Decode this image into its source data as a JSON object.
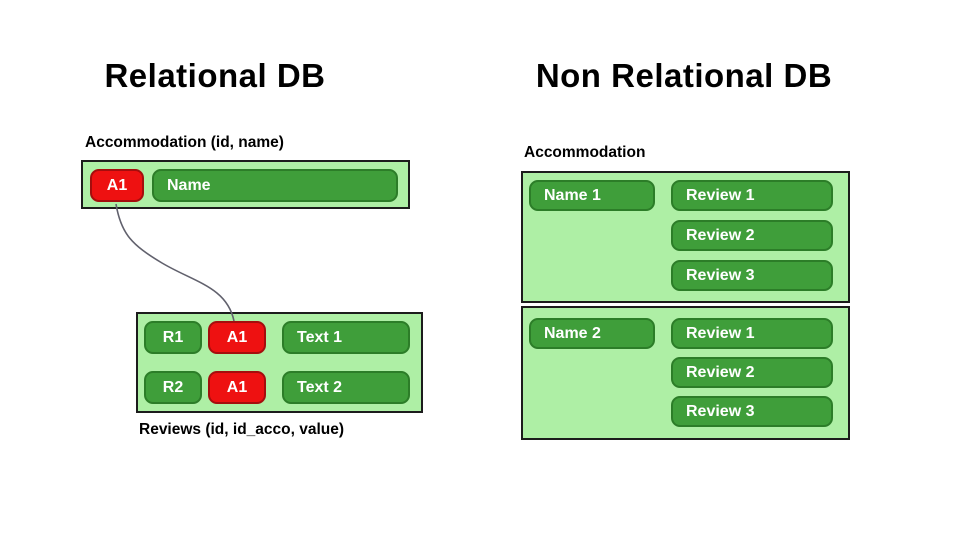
{
  "left": {
    "title": "Relational DB",
    "accommodation": {
      "label": "Accommodation (id, name)",
      "id_cell": "A1",
      "name_cell": "Name"
    },
    "reviews": {
      "label": "Reviews (id, id_acco, value)",
      "rows": [
        {
          "id": "R1",
          "fk": "A1",
          "value": "Text 1"
        },
        {
          "id": "R2",
          "fk": "A1",
          "value": "Text 2"
        }
      ]
    }
  },
  "right": {
    "title": "Non Relational DB",
    "collection_label": "Accommodation",
    "documents": [
      {
        "name": "Name 1",
        "reviews": [
          "Review 1",
          "Review 2",
          "Review 3"
        ]
      },
      {
        "name": "Name 2",
        "reviews": [
          "Review 1",
          "Review 2",
          "Review 3"
        ]
      }
    ]
  },
  "colors": {
    "page_bg": "#ffffff",
    "green_light": "#aeefa5",
    "green_dark": "#3f9e3a",
    "green_border": "#2c7d28",
    "red": "#ee1111",
    "red_border": "#a50d0d",
    "box_border": "#1c1c1c",
    "connector": "#61616d",
    "title_color": "#000000"
  }
}
